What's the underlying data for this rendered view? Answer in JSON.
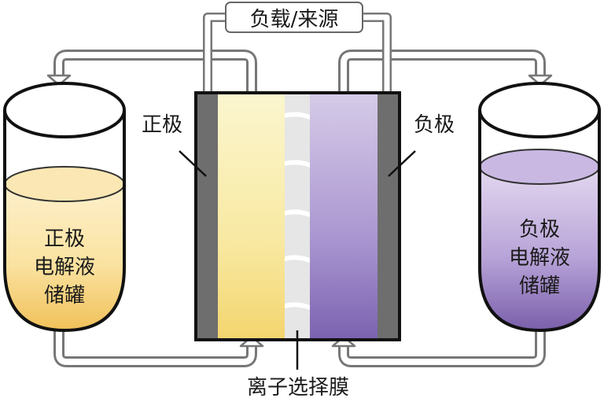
{
  "load_source": "负载/来源",
  "labels": {
    "positive_electrode": "正极",
    "negative_electrode": "负极",
    "membrane": "离子选择膜"
  },
  "left_tank": {
    "lines": [
      "正极",
      "电解液",
      "储罐"
    ],
    "fill_color": "#f5c96a"
  },
  "right_tank": {
    "lines": [
      "负极",
      "电解液",
      "储罐"
    ],
    "fill_color": "#8a6fb5"
  },
  "colors": {
    "electrode": "#6e6e6e",
    "positive_chamber": "#f7e58f",
    "negative_chamber": "#9c83c8",
    "membrane": "#e6e6e6",
    "pipe": "#777777"
  }
}
